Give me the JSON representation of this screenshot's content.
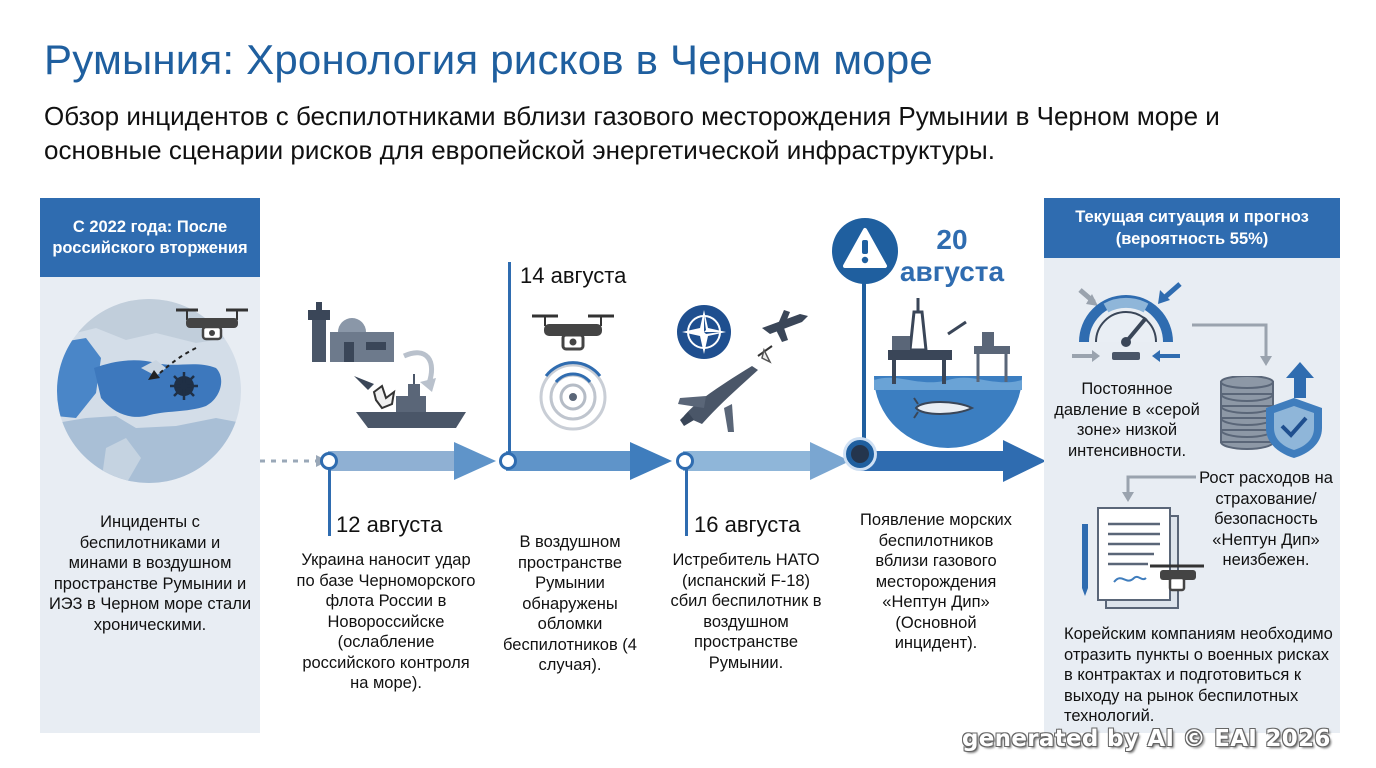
{
  "title": "Румыния: Хронология рисков в Черном море",
  "subtitle": "Обзор инцидентов с беспилотниками вблизи газового месторождения Румынии в Черном море и основные сценарии рисков для европейской энергетической инфраструктуры.",
  "left_panel": {
    "header": "С 2022 года: После российского вторжения",
    "text": "Инциденты с беспилотниками и минами в воздушном пространстве Румынии и ИЭЗ в Черном море стали хроническими."
  },
  "timeline": [
    {
      "date": "12 августа",
      "text": "Украина наносит удар по базе Черноморского флота России в Новороссийске (ослабление российского контроля на море)."
    },
    {
      "date": "14 августа",
      "text": "В воздушном пространстве Румынии обнаружены обломки беспилотников (4 случая)."
    },
    {
      "date": "16 августа",
      "text": "Истребитель НАТО (испанский F-18) сбил беспилотник в воздушном пространстве Румынии."
    },
    {
      "date": "20 августа",
      "text": "Появление морских беспилотников вблизи газового месторождения «Нептун Дип» (Основной инцидент)."
    }
  ],
  "right_panel": {
    "header": "Текущая ситуация и прогноз (вероятность 55%)",
    "item1": "Постоянное давление в «серой зоне» низкой интенсивности.",
    "item2": "Рост расходов на страхование/ безопасность «Нептун Дип» неизбежен.",
    "item3": "Корейским компаниям необходимо отразить пункты о военных рисках в контрактах и подготовиться к выходу на рынок беспилотных технологий."
  },
  "watermark": "generated by AI © EAI 2026",
  "colors": {
    "title": "#1f5f9f",
    "header": "#2f6cb0",
    "panel": "#e8edf3",
    "arrow": "#2f6cb0"
  },
  "icons": [
    "map-icon",
    "drone-icon",
    "mine-icon",
    "naval-base-icon",
    "warship-icon",
    "radar-icon",
    "nato-icon",
    "fighter-jet-icon",
    "warning-icon",
    "gas-platform-icon",
    "sea-drone-icon",
    "gauge-icon",
    "coins-icon",
    "shield-icon",
    "contract-icon"
  ]
}
